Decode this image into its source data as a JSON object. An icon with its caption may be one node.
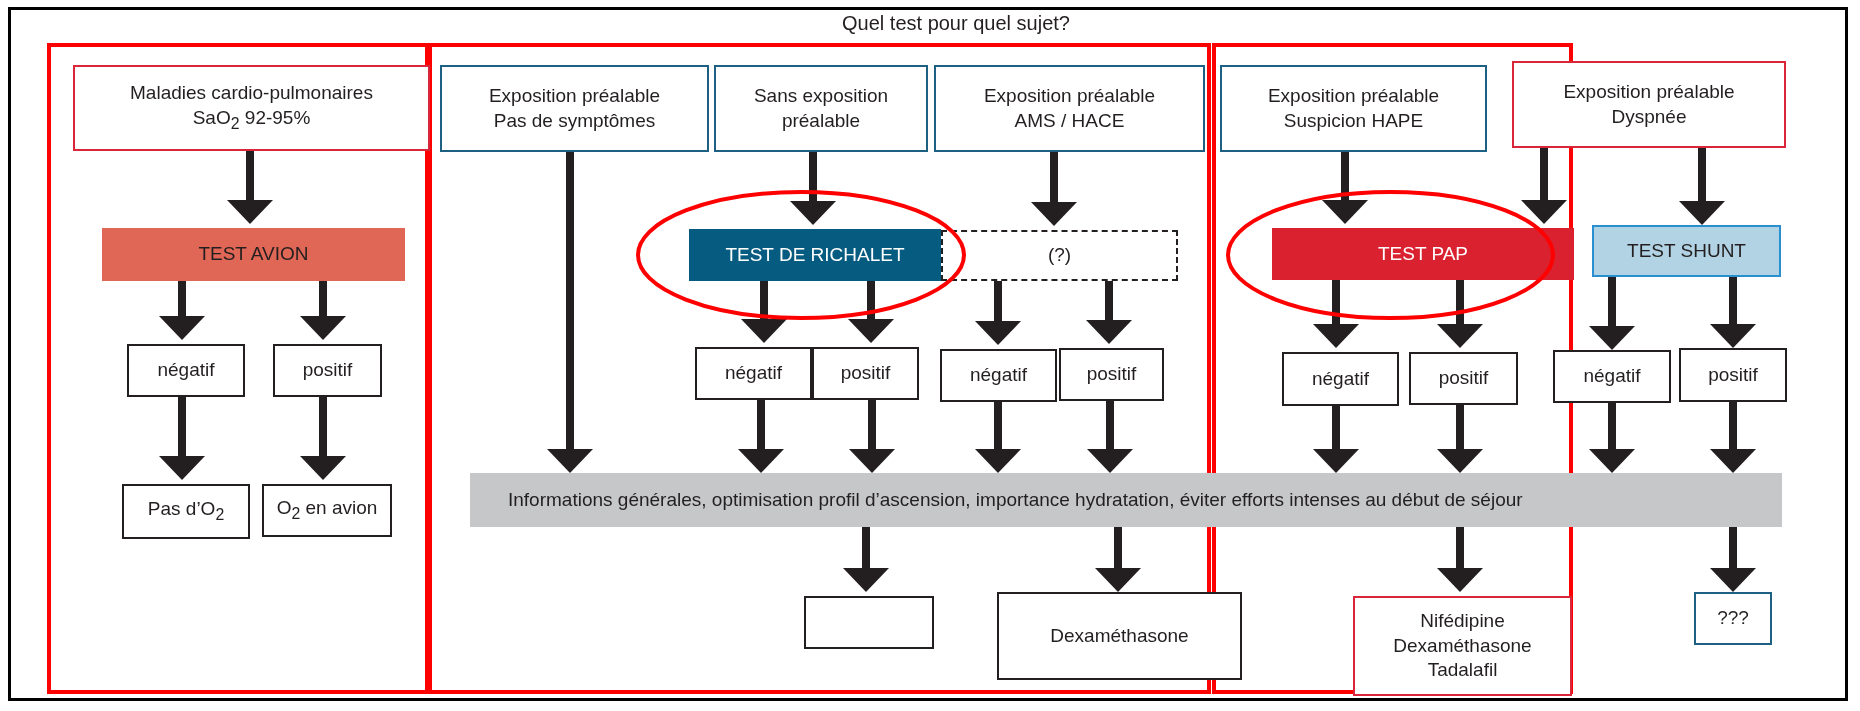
{
  "diagram": {
    "title": "Quel test pour quel sujet?",
    "nodes": [
      {
        "text": [],
        "shape": "box"
      },
      {
        "text": [
          "Maladies cardio-pulmonaires SaO$_{2}$ 92-95%"
        ],
        "in": 0
      },
      {
        "text": [
          "TEST AVION"
        ],
        "in": 0
      },
      {
        "text": [
          "négatif"
        ],
        "in": 0
      },
      {
        "text": [
          "positif"
        ],
        "in": 0
      },
      {
        "text": [
          "Pas d’O$_{2}$"
        ],
        "in": 0
      },
      {
        "text": [
          "O$_{2}$ en avion"
        ],
        "in": 0
      },
      {
        "text": [],
        "shape": "box"
      },
      {
        "text": [
          "Exposition préalable Pas de symptômes"
        ],
        "in": 7
      },
      {
        "text": [
          "Sans exposition préalable"
        ],
        "in": 7
      },
      {
        "text": [
          "Exposition préalable AMS / HACE"
        ],
        "in": 7
      },
      {
        "text": [],
        "shape": "box"
      },
      {
        "text": [
          "Exposition préalable Suspicion HAPE"
        ],
        "in": 11
      },
      {
        "text": [
          "Exposition préalable Dyspnée"
        ]
      },
      {
        "text": [
          "TEST DE RICHALET"
        ],
        "in": 7
      },
      {
        "text": [
          "(?)"
        ],
        "in": 7
      },
      {
        "text": [
          "TEST PAP"
        ],
        "in": 11
      },
      {
        "text": [
          "TEST SHUNT"
        ]
      },
      {
        "text": [
          "négatif"
        ],
        "in": 7
      },
      {
        "text": [
          "positif"
        ],
        "in": 7
      },
      {
        "text": [
          "négatif"
        ],
        "in": 7
      },
      {
        "text": [
          "positif"
        ],
        "in": 7
      },
      {
        "text": [
          "négatif"
        ],
        "in": 11
      },
      {
        "text": [
          "positif"
        ],
        "in": 11
      },
      {
        "text": [
          "négatif"
        ]
      },
      {
        "text": [
          "positif"
        ]
      },
      {
        "text": [
          "Informations générales, optimisation profil d’ascension, importance hydratation, éviter efforts intenses au début de séjour"
        ]
      },
      {
        "text": [],
        "shape": "box",
        "in": 7
      },
      {
        "text": [
          "Dexaméthasone"
        ]
      },
      {
        "text": [
          "Nifédipine Dexaméthasone Tadalafil"
        ],
        "in": 11
      },
      {
        "text": [
          "???"
        ]
      }
    ],
    "edges": [
      {
        "from": 1,
        "to": 2,
        "arrow": "to"
      },
      {
        "from": 2,
        "to": 3,
        "arrow": "to"
      },
      {
        "from": 2,
        "to": 4,
        "arrow": "to"
      },
      {
        "from": 3,
        "to": 5,
        "arrow": "to"
      },
      {
        "from": 4,
        "to": 6,
        "arrow": "to"
      },
      {
        "from": 8,
        "to": 26,
        "arrow": "to"
      },
      {
        "from": 9,
        "to": 14,
        "arrow": "to"
      },
      {
        "from": 10,
        "to": 15,
        "arrow": "to"
      },
      {
        "from": 14,
        "to": 18,
        "arrow": "to"
      },
      {
        "from": 14,
        "to": 19,
        "arrow": "to"
      },
      {
        "from": 15,
        "to": 20,
        "arrow": "to"
      },
      {
        "from": 15,
        "to": 21,
        "arrow": "to"
      },
      {
        "from": 18,
        "to": 26,
        "arrow": "to"
      },
      {
        "from": 19,
        "to": 26,
        "arrow": "to"
      },
      {
        "from": 20,
        "to": 26,
        "arrow": "to"
      },
      {
        "from": 21,
        "to": 26,
        "arrow": "to"
      },
      {
        "from": 12,
        "to": 16,
        "arrow": "to"
      },
      {
        "from": 13,
        "to": 16,
        "arrow": "to"
      },
      {
        "from": 13,
        "to": 17,
        "arrow": "to"
      },
      {
        "from": 16,
        "to": 22,
        "arrow": "to"
      },
      {
        "from": 16,
        "to": 23,
        "arrow": "to"
      },
      {
        "from": 17,
        "to": 24,
        "arrow": "to"
      },
      {
        "from": 17,
        "to": 25,
        "arrow": "to"
      },
      {
        "from": 22,
        "to": 26,
        "arrow": "to"
      },
      {
        "from": 23,
        "to": 26,
        "arrow": "to"
      },
      {
        "from": 24,
        "to": 26,
        "arrow": "to"
      },
      {
        "from": 25,
        "to": 26,
        "arrow": "to"
      },
      {
        "from": 26,
        "to": 27,
        "arrow": "to"
      },
      {
        "from": 26,
        "to": 28,
        "arrow": "to"
      },
      {
        "from": 26,
        "to": 29,
        "arrow": "to"
      },
      {
        "from": 26,
        "to": 30,
        "arrow": "to"
      }
    ]
  }
}
